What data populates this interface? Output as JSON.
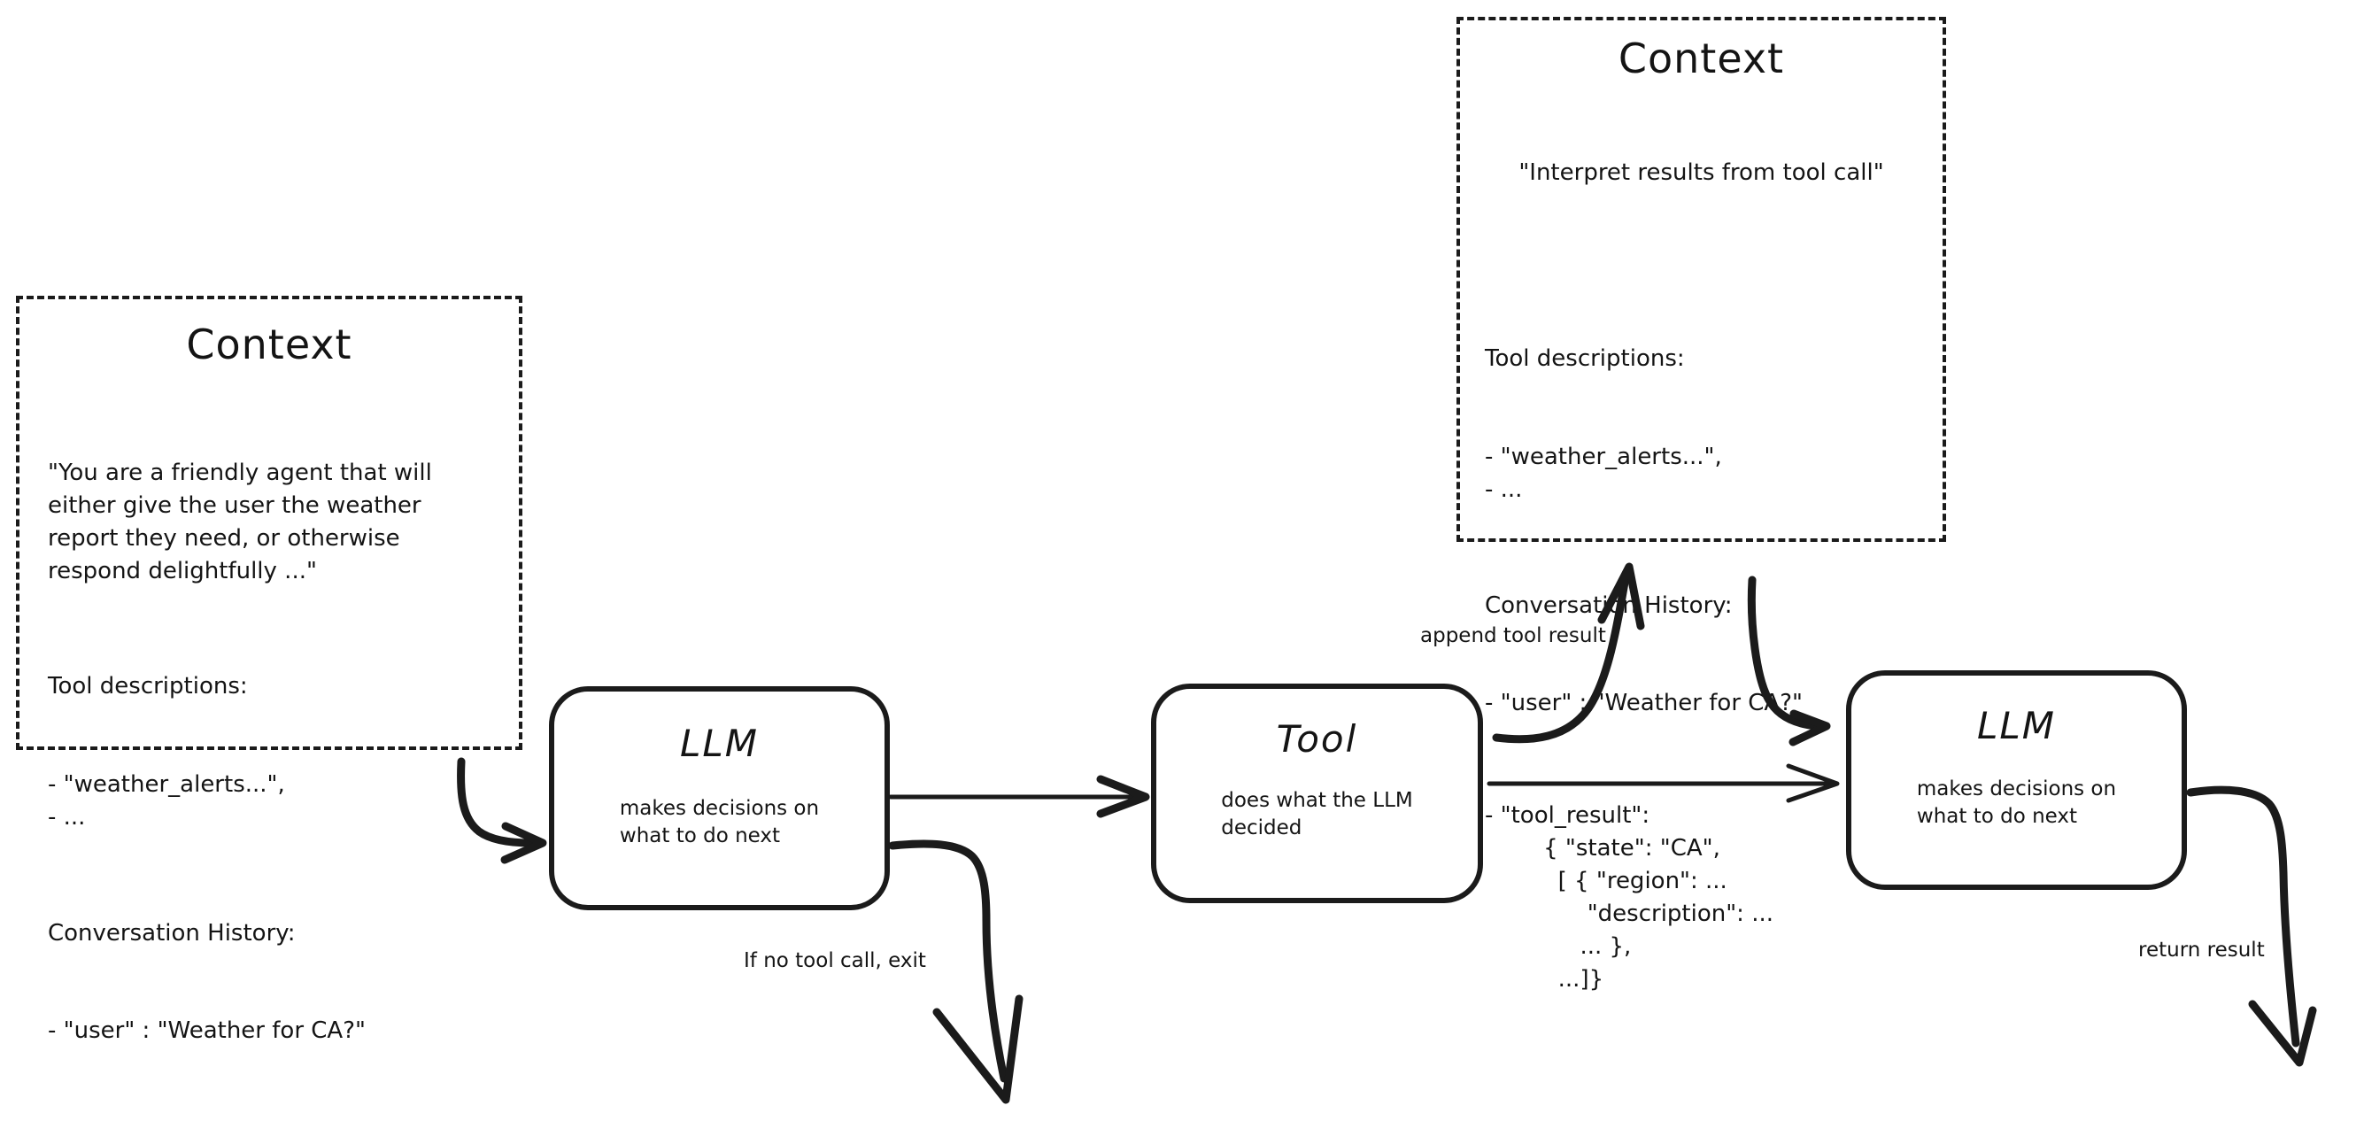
{
  "diagram": {
    "title_left_context": "Context",
    "title_right_context": "Context",
    "background_color": "#ffffff",
    "ink_color": "#1b1b1b"
  },
  "left_context": {
    "title": "Context",
    "system_prompt": "\"You are a friendly agent that will\neither give the user the weather\nreport they need, or otherwise\nrespond delightfully ...\"",
    "tool_descriptions_heading": "Tool descriptions:",
    "tool_descriptions_items": "- \"weather_alerts...\",\n- ...",
    "conversation_heading": "Conversation History:",
    "conversation_items": "- \"user\" : \"Weather for CA?\""
  },
  "right_context": {
    "title": "Context",
    "system_prompt": "\"Interpret results from tool call\"",
    "tool_descriptions_heading": "Tool descriptions:",
    "tool_descriptions_items": "- \"weather_alerts...\",\n- ...",
    "conversation_heading": "Conversation History:",
    "conversation_user": "- \"user\" : \"Weather for CA?\"",
    "conversation_tool_result": "- \"tool_result\":\n        { \"state\": \"CA\",\n          [ { \"region\": ...\n              \"description\": ...\n             ... },\n          ...]}"
  },
  "nodes": {
    "llm_left": {
      "title": "LLM",
      "subtitle": "makes decisions on\nwhat to do next"
    },
    "tool": {
      "title": "Tool",
      "subtitle": "does what the LLM\ndecided"
    },
    "llm_right": {
      "title": "LLM",
      "subtitle": "makes decisions on\nwhat to do next"
    }
  },
  "edges": {
    "append_tool_result": "append tool result",
    "if_no_tool_call_exit": "If no tool call, exit",
    "return_result": "return result"
  }
}
